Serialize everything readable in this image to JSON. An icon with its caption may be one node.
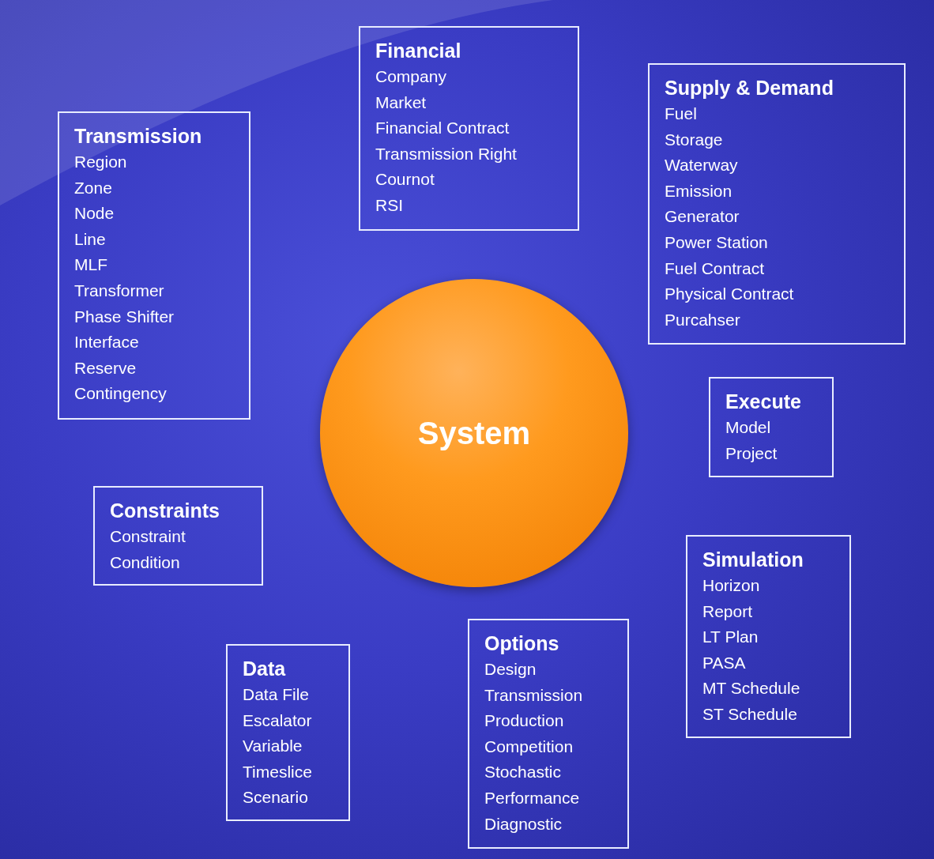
{
  "diagram": {
    "nodes": [
      {
        "text": [
          "Financial",
          "Company",
          "Market",
          "Financial Contract",
          "Transmission Right",
          "Cournot",
          "RSI"
        ]
      },
      {
        "text": [
          "Supply & Demand",
          "Fuel",
          "Storage",
          "Waterway",
          "Emission",
          "Generator",
          "Power Station",
          "Fuel Contract",
          "Physical Contract",
          "Purcahser"
        ]
      },
      {
        "text": [
          "Transmission",
          "Region",
          "Zone",
          "Node",
          "Line",
          "MLF",
          "Transformer",
          "Phase Shifter",
          "Interface",
          "Reserve",
          "Contingency"
        ]
      },
      {
        "text": [
          "System"
        ]
      },
      {
        "text": [
          "Execute",
          "Model",
          "Project"
        ]
      },
      {
        "text": [
          "Constraints",
          "Constraint",
          "Condition"
        ]
      },
      {
        "text": [
          "Simulation",
          "Horizon",
          "Report",
          "LT Plan",
          "PASA",
          "MT Schedule",
          "ST Schedule"
        ]
      },
      {
        "text": [
          "Options",
          "Design",
          "Transmission",
          "Production",
          "Competition",
          "Stochastic",
          "Performance",
          "Diagnostic"
        ]
      },
      {
        "text": [
          "Data",
          "Data File",
          "Escalator",
          "Variable",
          "Timeslice",
          "Scenario"
        ]
      }
    ]
  }
}
